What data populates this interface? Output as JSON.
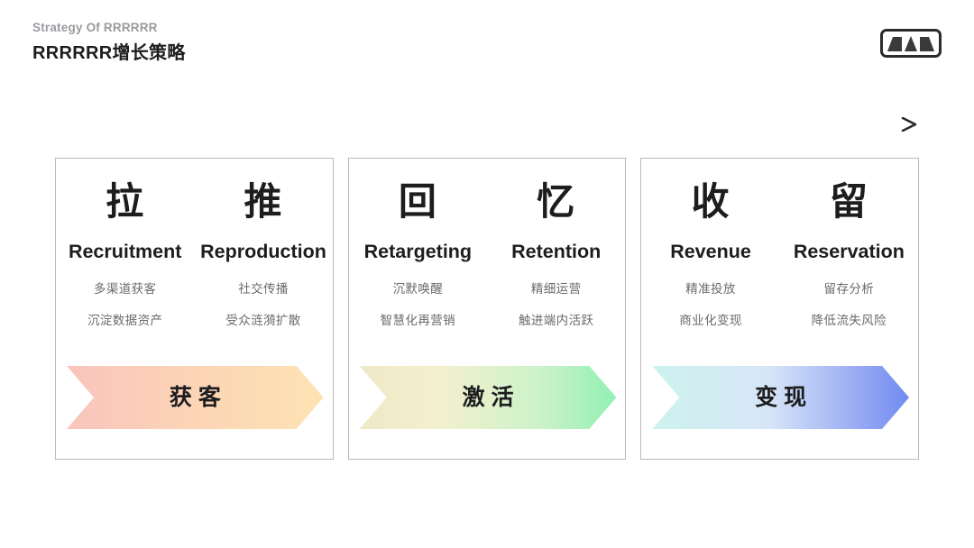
{
  "header": {
    "eyebrow": "Strategy Of RRRRRR",
    "title": "RRRRRR增长策略",
    "logo_name": "brand-logo"
  },
  "timeline": {
    "name": "progress-arrow",
    "line_start_color": "#f2f2f4",
    "line_end_color": "#2b2b2b"
  },
  "cards": [
    {
      "columns": [
        {
          "glyph": "拉",
          "english": "Recruitment",
          "subs": [
            "多渠道获客",
            "沉淀数据资产"
          ]
        },
        {
          "glyph": "推",
          "english": "Reproduction",
          "subs": [
            "社交传播",
            "受众涟漪扩散"
          ]
        }
      ],
      "banner": {
        "label": "获客",
        "gradient_from": "#f9c4bd",
        "gradient_to": "#fde3b3"
      }
    },
    {
      "columns": [
        {
          "glyph": "回",
          "english": "Retargeting",
          "subs": [
            "沉默唤醒",
            "智慧化再营销"
          ]
        },
        {
          "glyph": "忆",
          "english": "Retention",
          "subs": [
            "精细运营",
            "触进端内活跃"
          ]
        }
      ],
      "banner": {
        "label": "激活",
        "gradient_from": "#f0e9c8",
        "gradient_to": "#92f0b4"
      }
    },
    {
      "columns": [
        {
          "glyph": "收",
          "english": "Revenue",
          "subs": [
            "精准投放",
            "商业化变现"
          ]
        },
        {
          "glyph": "留",
          "english": "Reservation",
          "subs": [
            "留存分析",
            "降低流失风险"
          ]
        }
      ],
      "banner": {
        "label": "变现",
        "gradient_from": "#cdf2ee",
        "gradient_to": "#6f8bf0"
      }
    }
  ]
}
